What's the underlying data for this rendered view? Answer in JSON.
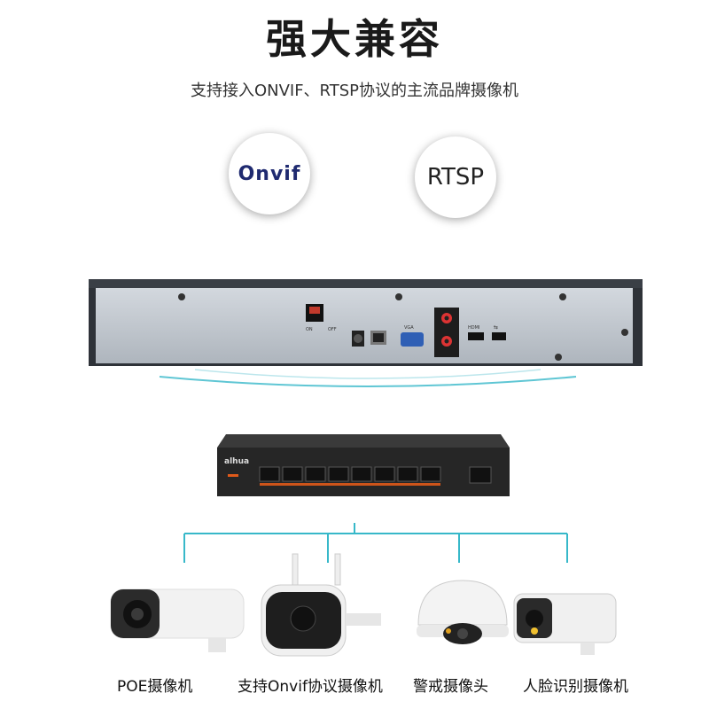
{
  "header": {
    "title": "强大兼容",
    "subtitle": "支持接入ONVIF、RTSP协议的主流品牌摄像机"
  },
  "protocols": {
    "onvif": "Onvif",
    "rtsp": "RTSP"
  },
  "nvr_panel": {
    "power_on": "ON",
    "power_off": "OFF",
    "vga": "VGA",
    "hdmi": "HDMI"
  },
  "switch": {
    "brand": "alhua"
  },
  "cameras": [
    {
      "label": "POE摄像机",
      "icon": "bullet-camera-icon"
    },
    {
      "label": "支持Onvif协议摄像机",
      "icon": "wifi-camera-icon"
    },
    {
      "label": "警戒摄像头",
      "icon": "dome-camera-icon"
    },
    {
      "label": "人脸识别摄像机",
      "icon": "face-recognition-camera-icon"
    }
  ],
  "colors": {
    "accent_line": "#37b8c9",
    "nvr_body": "#c7cdd4",
    "switch_body": "#2a2a2a"
  }
}
